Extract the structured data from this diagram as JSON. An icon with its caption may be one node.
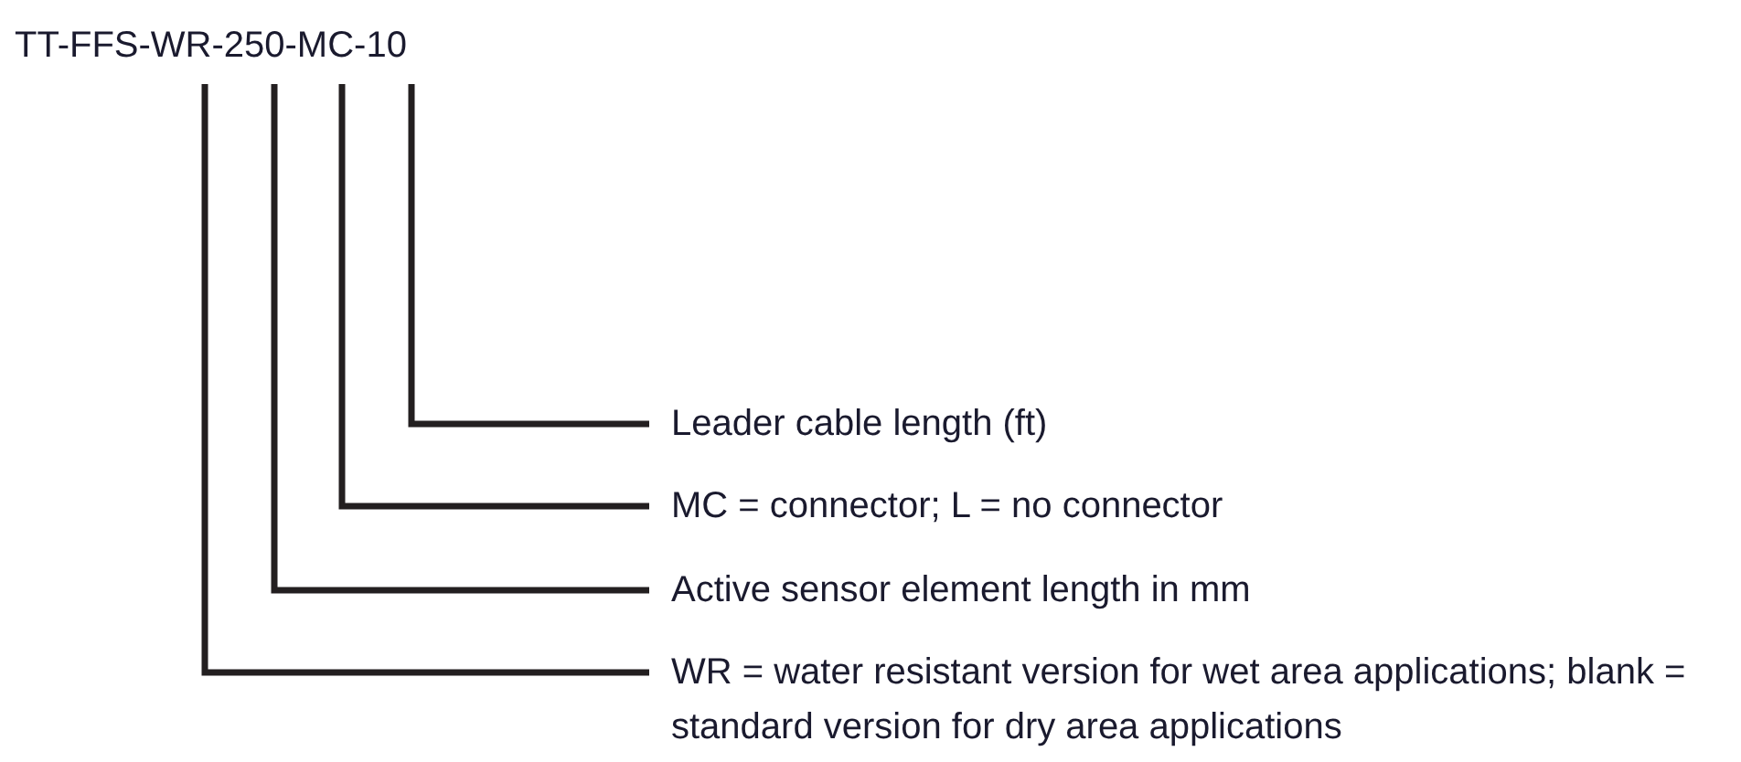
{
  "diagram": {
    "nodes": [
      {
        "text": [
          "TT-FFS-WR-250-MC-10"
        ]
      },
      {
        "text": [
          "Leader cable length (ft)"
        ]
      },
      {
        "text": [
          "MC = connector; L = no connector"
        ]
      },
      {
        "text": [
          "Active sensor element length in mm"
        ]
      },
      {
        "text": [
          "WR = water resistant version for wet area applications; blank = standard version for dry area applications"
        ]
      }
    ],
    "edges": [
      {
        "from": 0,
        "to": 1,
        "arrow": "none"
      },
      {
        "from": 0,
        "to": 2,
        "arrow": "none"
      },
      {
        "from": 0,
        "to": 3,
        "arrow": "none"
      },
      {
        "from": 0,
        "to": 4,
        "arrow": "none"
      }
    ]
  }
}
